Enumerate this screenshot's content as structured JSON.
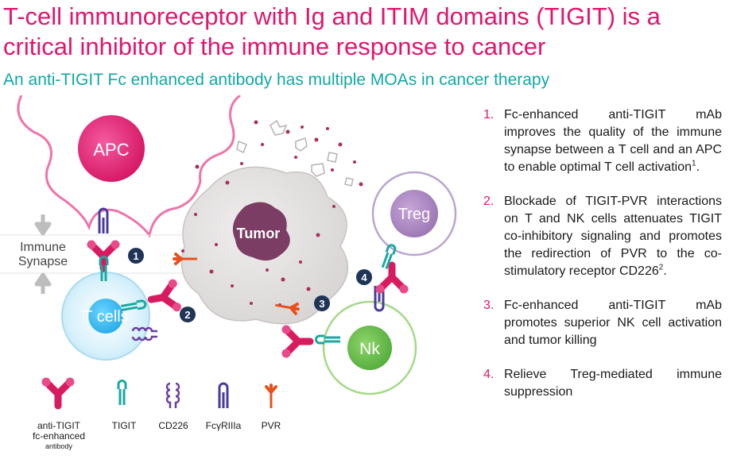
{
  "header": {
    "title": "T-cell immunoreceptor with Ig and ITIM domains (TIGIT) is a critical inhibitor of the immune response to cancer",
    "subtitle": "An anti-TIGIT Fc enhanced antibody has multiple MOAs in cancer therapy"
  },
  "diagram": {
    "cells": {
      "apc": "APC",
      "tcells": "T cells",
      "tumor": "Tumor",
      "treg": "Treg",
      "nk": "Nk"
    },
    "synapse_label_1": "Immune",
    "synapse_label_2": "Synapse",
    "markers": [
      "1",
      "2",
      "3",
      "4"
    ],
    "legend": {
      "antibody_1": "anti-TIGIT",
      "antibody_2": "fc-enhanced",
      "antibody_3": "antibody",
      "tigit": "TIGIT",
      "cd226": "CD226",
      "fcgr": "FcγRIIIa",
      "pvr": "PVR"
    },
    "colors": {
      "antibody": "#d81b60",
      "tigit": "#1aa9a0",
      "cd226": "#6b3fa0",
      "fcgr": "#4a3b9a",
      "pvr": "#e8501c",
      "marker": "#1f3557"
    }
  },
  "points": [
    {
      "num": "1.",
      "text": "Fc-enhanced anti-TIGIT mAb improves the quality of the immune synapse between a T cell and an APC to enable optimal T cell activation",
      "sup": "1",
      "tail": "."
    },
    {
      "num": "2.",
      "text": "Blockade of TIGIT-PVR interactions on T and NK cells attenuates TIGIT co-inhibitory signaling and promotes the redirection of PVR to the co-stimulatory receptor CD226",
      "sup": "2",
      "tail": "."
    },
    {
      "num": "3.",
      "text": "Fc-enhanced anti-TIGIT mAb promotes superior NK cell activation and tumor killing",
      "sup": "",
      "tail": ""
    },
    {
      "num": "4.",
      "text": "Relieve Treg-mediated immune suppression",
      "sup": "",
      "tail": ""
    }
  ]
}
